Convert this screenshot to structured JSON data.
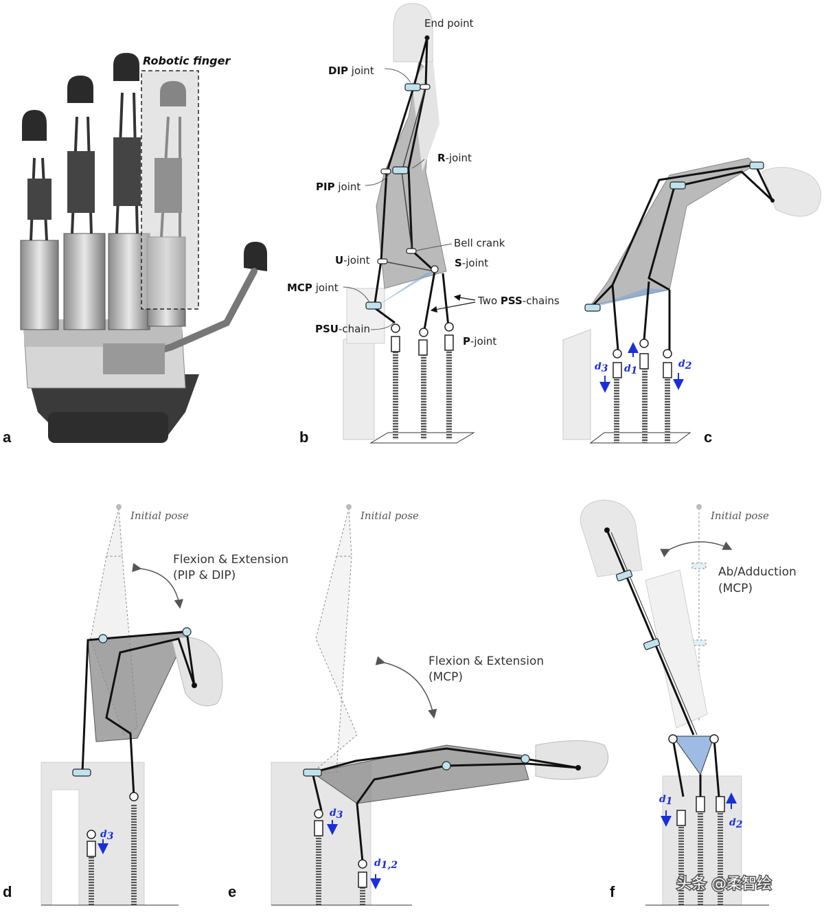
{
  "panels": {
    "a": "a",
    "b": "b",
    "c": "c",
    "d": "d",
    "e": "e",
    "f": "f"
  },
  "panel_a": {
    "highlight_label": "Robotic finger"
  },
  "panel_b": {
    "end_point": "End point",
    "dip_bold": "DIP",
    "dip_rest": " joint",
    "r_bold": "R",
    "r_rest": "-joint",
    "pip_bold": "PIP",
    "pip_rest": " joint",
    "bell_crank": "Bell crank",
    "u_bold": "U",
    "u_rest": "-joint",
    "s_bold": "S",
    "s_rest": "-joint",
    "mcp_bold": "MCP",
    "mcp_rest": " joint",
    "pss_pre": "Two ",
    "pss_bold": "PSS",
    "pss_rest": "-chains",
    "psu_bold": "PSU",
    "psu_rest": "-chain",
    "p_bold": "P",
    "p_rest": "-joint"
  },
  "panel_c": {
    "d3": "d",
    "d3_sub": "3",
    "d1": "d",
    "d1_sub": "1",
    "d2": "d",
    "d2_sub": "2"
  },
  "panel_d": {
    "initial_pose": "Initial pose",
    "motion_line1": "Flexion & Extension",
    "motion_line2": "(PIP & DIP)",
    "d3": "d",
    "d3_sub": "3"
  },
  "panel_e": {
    "initial_pose": "Initial pose",
    "motion_line1": "Flexion & Extension",
    "motion_line2": "(MCP)",
    "d3": "d",
    "d3_sub": "3",
    "d12": "d",
    "d12_sub": "1,2"
  },
  "panel_f": {
    "initial_pose": "Initial pose",
    "motion_line1": "Ab/Adduction",
    "motion_line2": "(MCP)",
    "d1": "d",
    "d1_sub": "1",
    "d2": "d",
    "d2_sub": "2"
  },
  "watermark": "头条 @柔智绘",
  "colors": {
    "arrow_blue": "#1a2fd6",
    "joint_fill": "#bfe3ee",
    "link": "#111111"
  }
}
